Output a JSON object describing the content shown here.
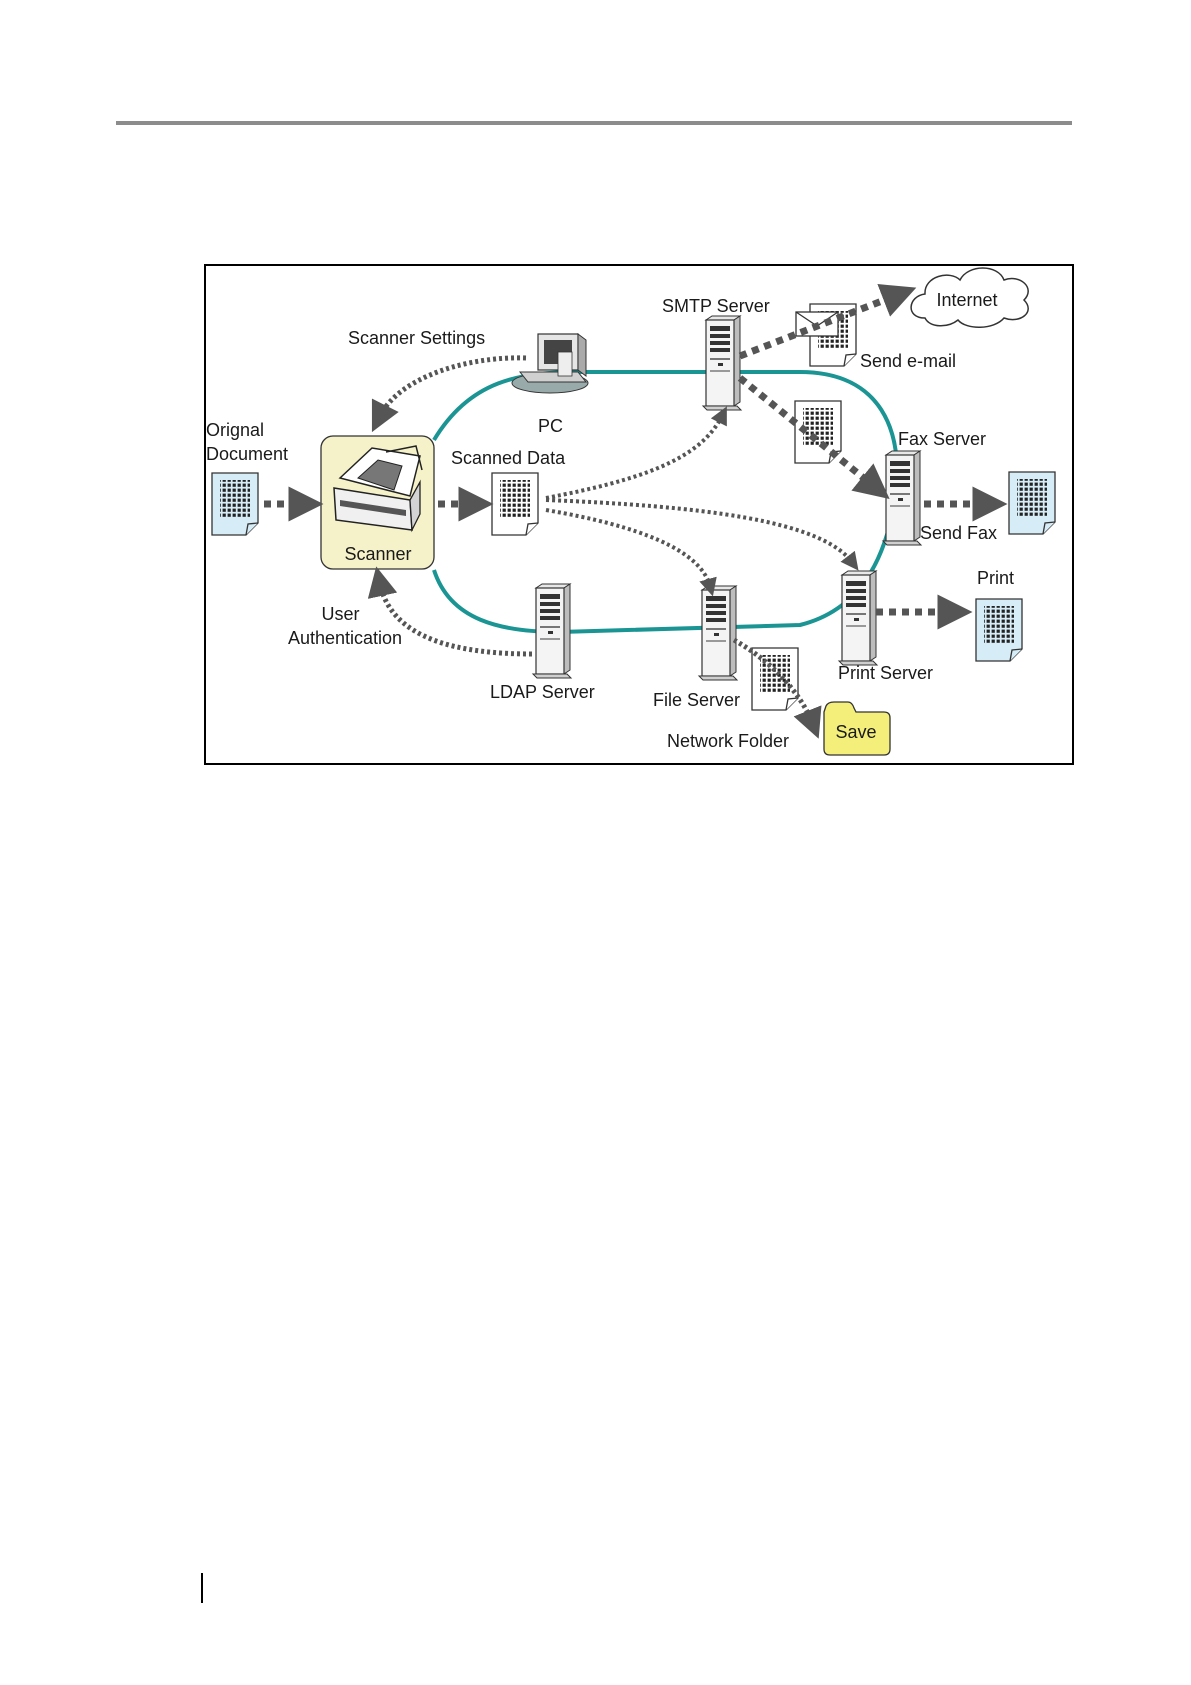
{
  "labels": {
    "original_document": [
      "Orignal",
      "Document"
    ],
    "scanner": "Scanner",
    "scanner_settings": "Scanner Settings",
    "pc": "PC",
    "scanned_data": "Scanned Data",
    "smtp_server": "SMTP Server",
    "internet": "Internet",
    "send_email": "Send e-mail",
    "fax_server": "Fax Server",
    "send_fax": "Send Fax",
    "print": "Print",
    "print_server": "Print Server",
    "file_server": "File Server",
    "network_folder": "Network Folder",
    "save": "Save",
    "ldap_server": "LDAP Server",
    "user_authentication": [
      "User",
      "Authentication"
    ]
  },
  "colors": {
    "network_loop": "#1b9494",
    "arrow": "#555555",
    "document_fill": "#d6ecf6",
    "scanner_panel": "#f5f2c9",
    "save_folder": "#f4ef7a",
    "header_rule": "#8c8c8c"
  },
  "icons": [
    "document-icon",
    "scanner-device-icon",
    "pc-icon",
    "server-tower-icon",
    "envelope-icon",
    "cloud-icon",
    "folder-icon"
  ]
}
